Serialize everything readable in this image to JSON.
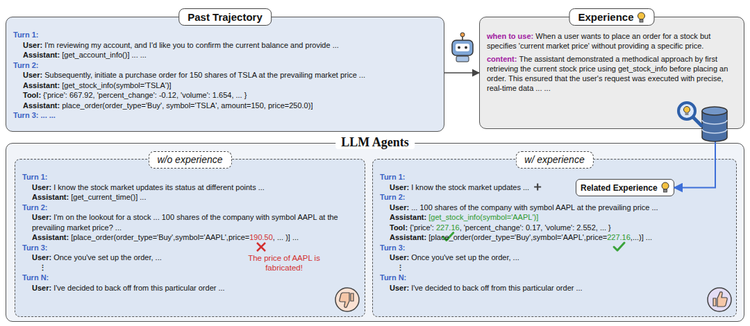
{
  "diagram": {
    "nodes": [
      {
        "text": [
          "Past Trajectory",
          "Turn 1:",
          "User: I'm reviewing my account, and I'd like you to confirm the current balance and provide ...",
          "Assistant: [get_account_info()] ... ...",
          "Turn 2:",
          "User: Subsequently, initiate a purchase order for 150 shares of TSLA at the prevailing market price ...",
          "Assistant: [get_stock_info(symbol='TSLA')]",
          "Tool: {'price': 667.92, 'percent_change': -0.12, 'volume': 1.654, ... }",
          "Assistant: place_order(order_type='Buy', symbol='TSLA', amount=150, price=250.0)]",
          "Turn 3: ... ..."
        ]
      },
      {
        "text": [
          "Experience",
          "when to use:",
          "When a user wants to place an order for a stock but specifies 'current market price' without providing a specific price.",
          "content:",
          "The assistant demonstrated a methodical approach by first retrieving the current stock price using get_stock_info before placing an order. This ensured that the user's request was executed with precise, real-time data ... ..."
        ]
      },
      {
        "text": [
          "LLM Agents"
        ]
      },
      {
        "text": [
          "w/o experience",
          "Turn 1:",
          "User: I know the stock market updates its status at different points ...",
          "Assistant: [get_current_time()] ...",
          "Turn 2:",
          "User: I'm on the lookout for a stock ... 100 shares of the company with symbol AAPL at the prevailing market price? ...",
          "Assistant: [place_order(order_type='Buy',symbol='AAPL',price=",
          "190.50",
          ", ... )] ...",
          "Turn 3:",
          "User: Once you've set up the order, ...",
          "⋮",
          "Turn N:",
          "User: I've decided to back off from this particular order ...",
          "The price of AAPL is fabricated!"
        ],
        "in": 2
      },
      {
        "text": [
          "w/ experience",
          "Turn 1:",
          "User: I know the stock market updates ...",
          "Turn 2:",
          "User: ... 100 shares of the company with symbol AAPL at the prevailing price ...",
          "Assistant:",
          "[get_stock_info(symbol='AAPL')]",
          "Tool: {'price':",
          "227.16",
          ", 'percent_change': 0.17, 'volume': 2.552, ... }",
          "Assistant: [place_order(order_type='Buy',symbol='AAPL',price=",
          "227.16",
          ",...)] ...",
          "Turn 3:",
          "User: Once you've set up the order, ...",
          "⋮",
          "Turn N:",
          "User: I've decided to back off from this particular order ..."
        ],
        "in": 2
      },
      {
        "text": [
          "Related Experience"
        ],
        "in": 4
      }
    ],
    "edges": [
      {
        "from": 0,
        "to": 1,
        "arrow": "to"
      },
      {
        "from": 1,
        "to": 5,
        "arrow": "to"
      }
    ]
  }
}
